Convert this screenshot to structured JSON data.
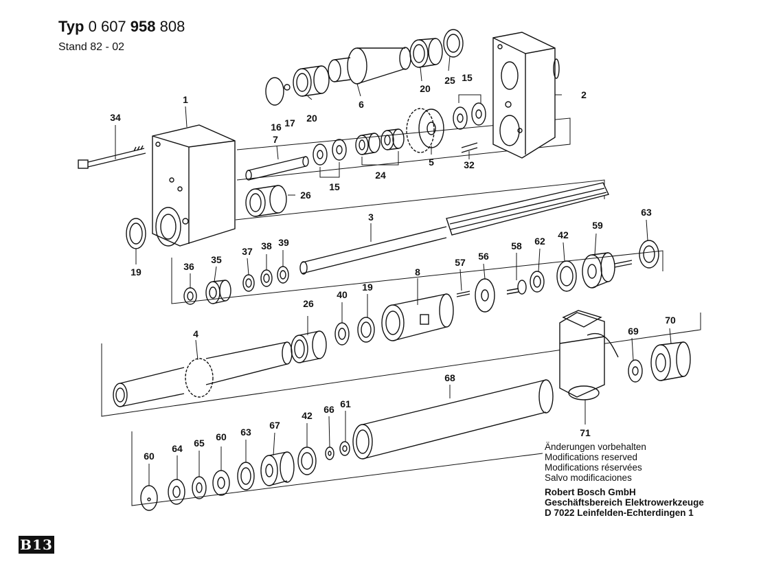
{
  "header": {
    "typ_label": "Typ",
    "typ_prefix": "0 607",
    "typ_bold": "958",
    "typ_suffix": "808",
    "stand_label": "Stand",
    "stand_value": "82 - 02"
  },
  "notes": [
    "Änderungen vorbehalten",
    "Modifications reserved",
    "Modifications réservées",
    "Salvo modificaciones"
  ],
  "company": {
    "name": "Robert Bosch GmbH",
    "division": "Geschäftsbereich Elektrowerkzeuge",
    "address": "D 7022 Leinfelden-Echterdingen 1"
  },
  "page_badge": "B13",
  "part_labels": {
    "p1": "1",
    "p2": "2",
    "p3": "3",
    "p4": "4",
    "p5": "5",
    "p6": "6",
    "p7": "7",
    "p8": "8",
    "p15a": "15",
    "p15b": "15",
    "p16": "16",
    "p17": "17",
    "p19a": "19",
    "p19b": "19",
    "p20a": "20",
    "p20b": "20",
    "p24": "24",
    "p25": "25",
    "p26a": "26",
    "p26b": "26",
    "p32": "32",
    "p34": "34",
    "p35": "35",
    "p36": "36",
    "p37": "37",
    "p38": "38",
    "p39": "39",
    "p40": "40",
    "p42a": "42",
    "p42b": "42",
    "p56": "56",
    "p57": "57",
    "p58": "58",
    "p59": "59",
    "p60a": "60",
    "p60b": "60",
    "p61": "61",
    "p62": "62",
    "p63a": "63",
    "p63b": "63",
    "p64": "64",
    "p65": "65",
    "p66": "66",
    "p67": "67",
    "p68": "68",
    "p69": "69",
    "p70": "70",
    "p71": "71"
  }
}
